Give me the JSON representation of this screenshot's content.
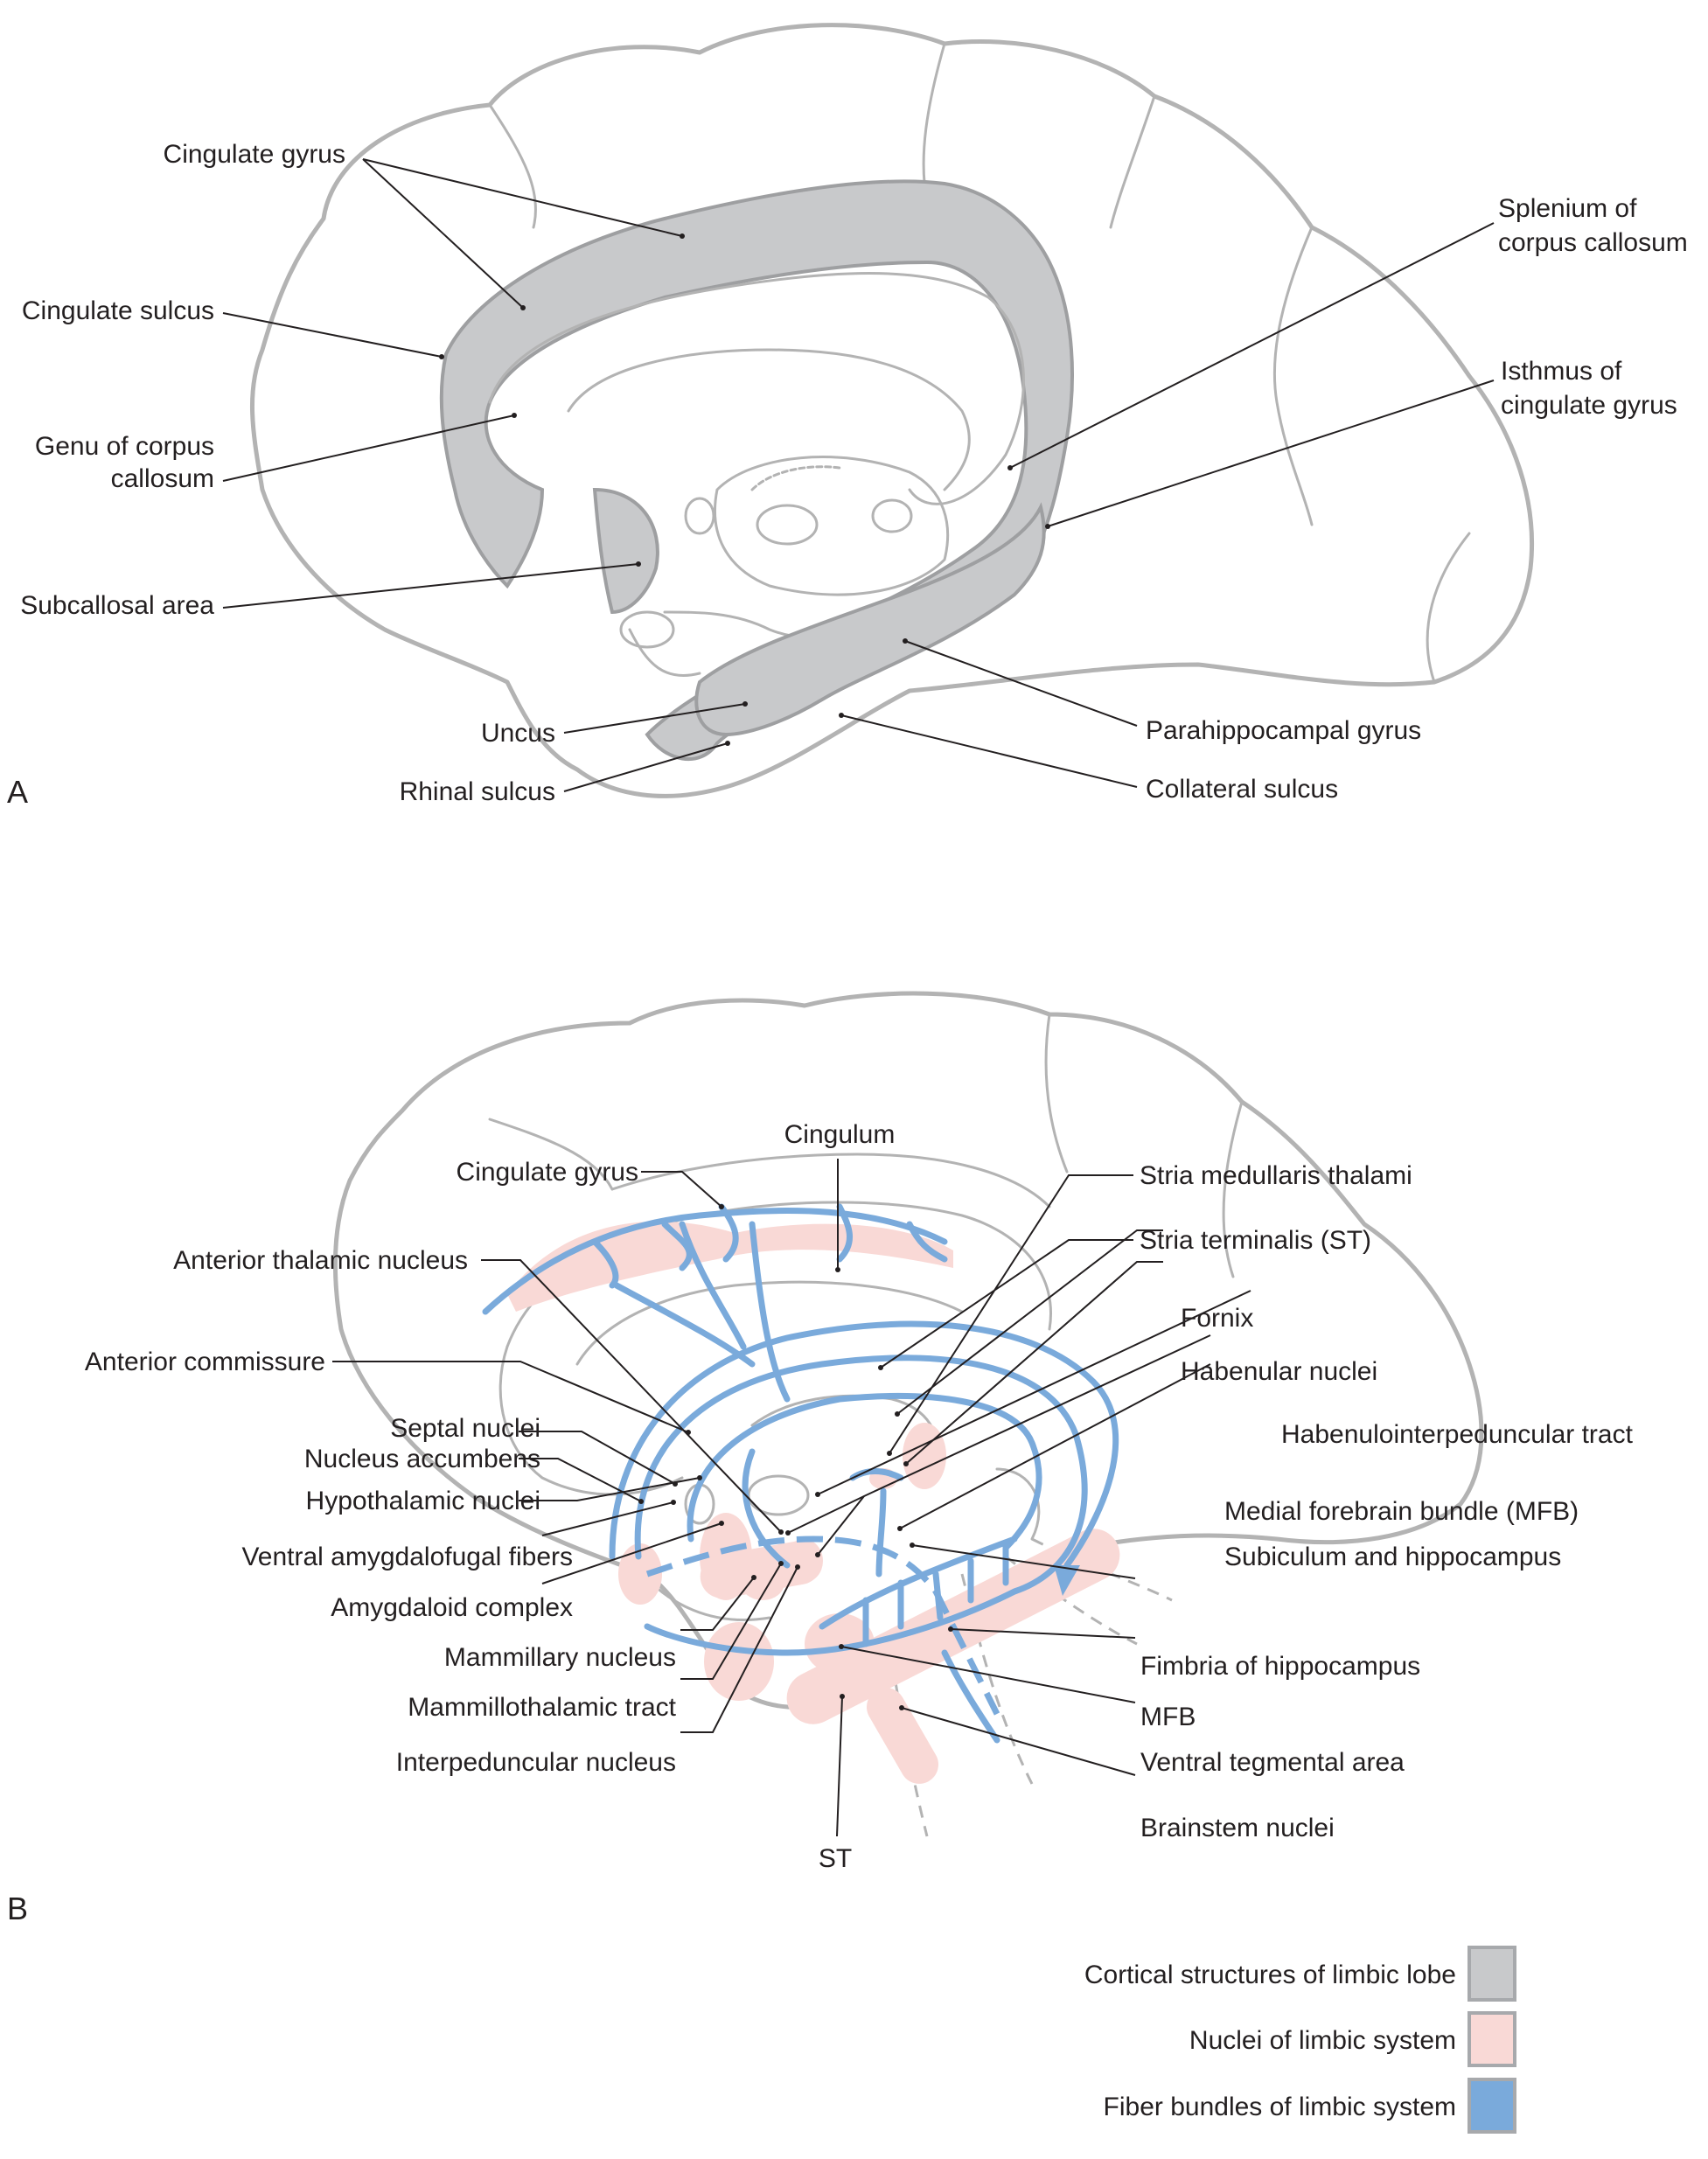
{
  "figure": {
    "panel_a_label": "A",
    "panel_b_label": "B"
  },
  "panel_a": {
    "labels": {
      "cingulate_gyrus": "Cingulate gyrus",
      "cingulate_sulcus": "Cingulate sulcus",
      "genu_line1": "Genu of corpus",
      "genu_line2": "callosum",
      "subcallosal_area": "Subcallosal area",
      "uncus": "Uncus",
      "rhinal_sulcus": "Rhinal sulcus",
      "splenium_line1": "Splenium of",
      "splenium_line2": "corpus callosum",
      "isthmus_line1": "Isthmus of",
      "isthmus_line2": "cingulate gyrus",
      "parahippocampal_gyrus": "Parahippocampal gyrus",
      "collateral_sulcus": "Collateral sulcus"
    }
  },
  "panel_b": {
    "labels": {
      "cingulum": "Cingulum",
      "cingulate_gyrus": "Cingulate gyrus",
      "anterior_thalamic_nucleus": "Anterior thalamic nucleus",
      "anterior_commissure": "Anterior commissure",
      "septal_nuclei": "Septal nuclei",
      "nucleus_accumbens": "Nucleus accumbens",
      "hypothalamic_nuclei": "Hypothalamic nuclei",
      "ventral_amygdalofugal_fibers": "Ventral amygdalofugal fibers",
      "amygdaloid_complex": "Amygdaloid complex",
      "mammillary_nucleus": "Mammillary nucleus",
      "mammillothalamic_tract": "Mammillothalamic tract",
      "interpeduncular_nucleus": "Interpeduncular nucleus",
      "st": "ST",
      "stria_medullaris_thalami": "Stria medullaris thalami",
      "stria_terminalis": "Stria terminalis (ST)",
      "fornix": "Fornix",
      "habenular_nuclei": "Habenular nuclei",
      "habenulointerpeduncular_tract": "Habenulointerpeduncular tract",
      "medial_forebrain_bundle": "Medial forebrain bundle (MFB)",
      "subiculum_and_hippocampus": "Subiculum and hippocampus",
      "fimbria_of_hippocampus": "Fimbria of hippocampus",
      "mfb": "MFB",
      "ventral_tegmental_area": "Ventral tegmental area",
      "brainstem_nuclei": "Brainstem nuclei"
    }
  },
  "legend": {
    "items": [
      {
        "label": "Cortical structures of limbic lobe",
        "color": "#c8c9cb"
      },
      {
        "label": "Nuclei of limbic system",
        "color": "#f9d9d6"
      },
      {
        "label": "Fiber bundles of limbic system",
        "color": "#7aaadb"
      }
    ],
    "border_color": "#a7a9ac"
  }
}
